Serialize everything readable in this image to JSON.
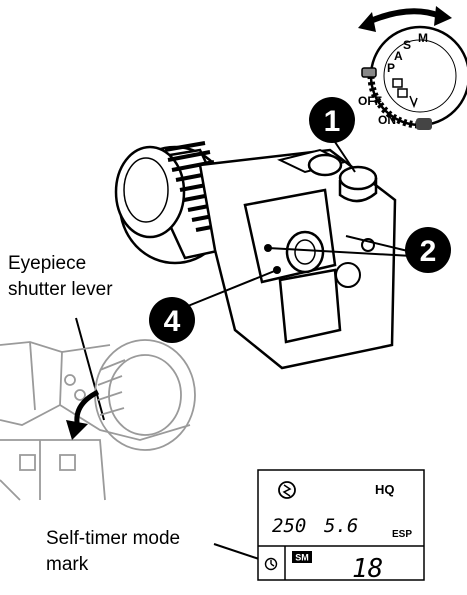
{
  "labels": {
    "eyepiece_line1": "Eyepiece",
    "eyepiece_line2": "shutter lever",
    "selftimer_line1": "Self-timer mode",
    "selftimer_line2": "mark"
  },
  "dial": {
    "modes": [
      "M",
      "S",
      "A",
      "P"
    ],
    "off": "OFF",
    "on": "ON"
  },
  "callouts": {
    "one": "1",
    "two": "2",
    "four": "4"
  },
  "lcd": {
    "hq": "HQ",
    "shutter": "250",
    "aperture": "5.6",
    "esp": "ESP",
    "sm": "SM",
    "count": "18"
  },
  "colors": {
    "ink": "#000000",
    "paper": "#ffffff",
    "photo_gray": "#9a9a9a"
  }
}
